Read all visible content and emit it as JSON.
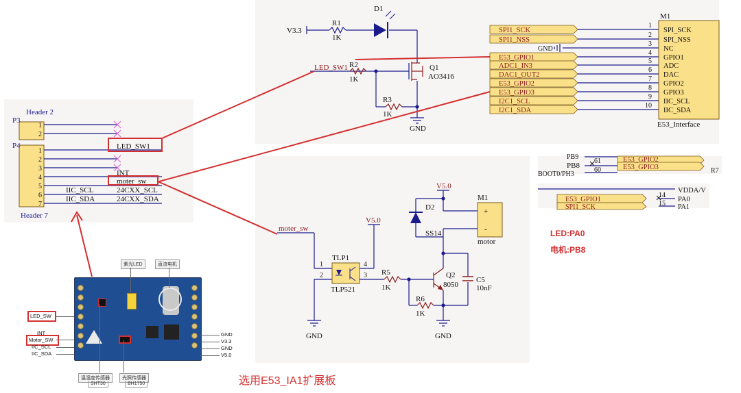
{
  "led_circuit": {
    "d1_label": "D1",
    "v33_label": "V3.3",
    "r1_label": "R1",
    "r1_value": "1K",
    "r2_label": "R2",
    "r2_value": "1K",
    "r3_label": "R3",
    "r3_value": "1K",
    "q1_label": "Q1",
    "q1_part": "AO3416",
    "net_label": "LED_SW1",
    "gnd_label": "GND"
  },
  "e53_interface": {
    "m1_label": "M1",
    "name": "E53_Interface",
    "gnd_label": "GND",
    "net_labels": [
      "SPI1_SCK",
      "SPI1_NSS",
      "E53_GPIO1",
      "ADC1_IN3",
      "DAC1_OUT2",
      "E53_GPIO2",
      "E53_GPIO3",
      "I2C1_SCL",
      "I2C1_SDA"
    ],
    "pin_numbers": [
      "1",
      "2",
      "3",
      "4",
      "5",
      "6",
      "7",
      "8",
      "9",
      "10"
    ],
    "pin_names": [
      "SPI_SCK",
      "SPI_NSS",
      "NC",
      "GPIO1",
      "ADC",
      "DAC",
      "GPIO2",
      "GPIO3",
      "IIC_SCL",
      "IIC_SDA"
    ]
  },
  "headers": {
    "header2_title": "Header 2",
    "p3_label": "P3",
    "p3_pins": [
      "1",
      "2"
    ],
    "p4_label": "P4",
    "p4_pins": [
      "1",
      "2",
      "3",
      "4",
      "5",
      "6",
      "7"
    ],
    "footer_title": "Header 7",
    "led_sw_label": "LED_SW1",
    "int_label": "INT",
    "motor_sw_label": "moter_sw",
    "iic_scl": "IIC_SCL",
    "iic_sda": "IIC_SDA",
    "scl_net": "24CXX_SCL",
    "sda_net": "24CXX_SDA"
  },
  "mcu_snippet": {
    "pin_pb9": "PB9",
    "pin_pb8": "PB8",
    "pin_boot": "BOOT0/PH3",
    "num_61": "61",
    "num_60": "60",
    "net_gpio2": "E53_GPIO2",
    "net_gpio3": "E53_GPIO3",
    "r7_label": "R7",
    "vdda": "VDDA/V",
    "num_14": "14",
    "num_15": "15",
    "net_gpio1": "E53_GPIO1",
    "net_spi_sck": "SPI1_SCK",
    "pa0": "PA0",
    "pa1": "PA1"
  },
  "motor_circuit": {
    "net_label": "moter_sw",
    "v50_a": "V5.0",
    "v50_b": "V5.0",
    "tlp_label": "TLP1",
    "tlp_part": "TLP521",
    "pin1": "1",
    "pin2": "2",
    "pin3": "3",
    "pin4": "4",
    "r5_label": "R5",
    "r5_value": "1K",
    "r6_label": "R6",
    "r6_value": "1K",
    "d2_label": "D2",
    "d2_part": "SS14",
    "q2_label": "Q2",
    "q2_part": "8050",
    "c5_label": "C5",
    "c5_value": "10nF",
    "m1_label": "M1",
    "motor_label": "motor",
    "plus": "+",
    "minus": "-",
    "gnd_a": "GND",
    "gnd_b": "GND"
  },
  "board_photo": {
    "callout_led": "紫光LED",
    "callout_motor": "直流电机",
    "callout_temp": "温湿度传感器",
    "callout_temp_part": "SHT30",
    "callout_light": "光照传感器",
    "callout_light_part": "BH1750",
    "left_labels": [
      "LED_SW",
      "INT",
      "Motor_SW",
      "IIC_SCL",
      "IIC_SDA"
    ],
    "right_labels": [
      "GND",
      "V3.3",
      "GND",
      "V5.0"
    ]
  },
  "notes": {
    "led_map": "LED:PA0",
    "motor_map": "电机:PB8",
    "caption": "选用E53_IA1扩展板"
  },
  "colors": {
    "wire": "#1a1a8c",
    "component": "#8b1a1a",
    "net_fill": "#fbe08a",
    "highlight": "#d32f2f"
  }
}
